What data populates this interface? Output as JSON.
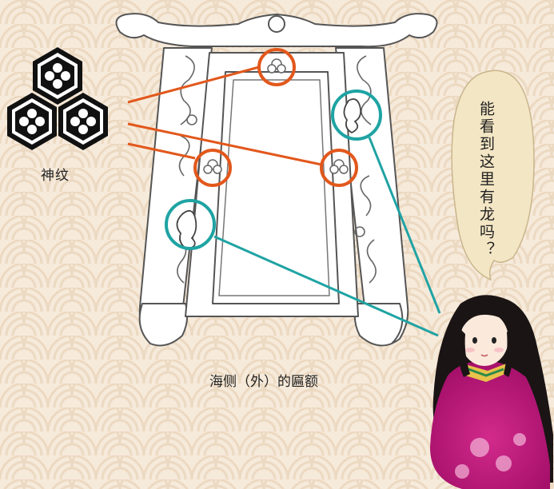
{
  "kamon_label": "神纹",
  "frame_caption": "海侧（外）的匾额",
  "speech_text": "能看到这里有龙吗？",
  "colors": {
    "background": "#f6eadb",
    "wave_pattern": "#efdcc6",
    "kamon_highlight": "#e2581c",
    "dragon_highlight": "#1fa3a3",
    "robe": "#c0187c"
  },
  "icons": {
    "kamon": "triple-hexagon-flower-crest",
    "frame": "ornate-plaque-frame",
    "character": "long-haired-girl-in-pink-kimono"
  }
}
